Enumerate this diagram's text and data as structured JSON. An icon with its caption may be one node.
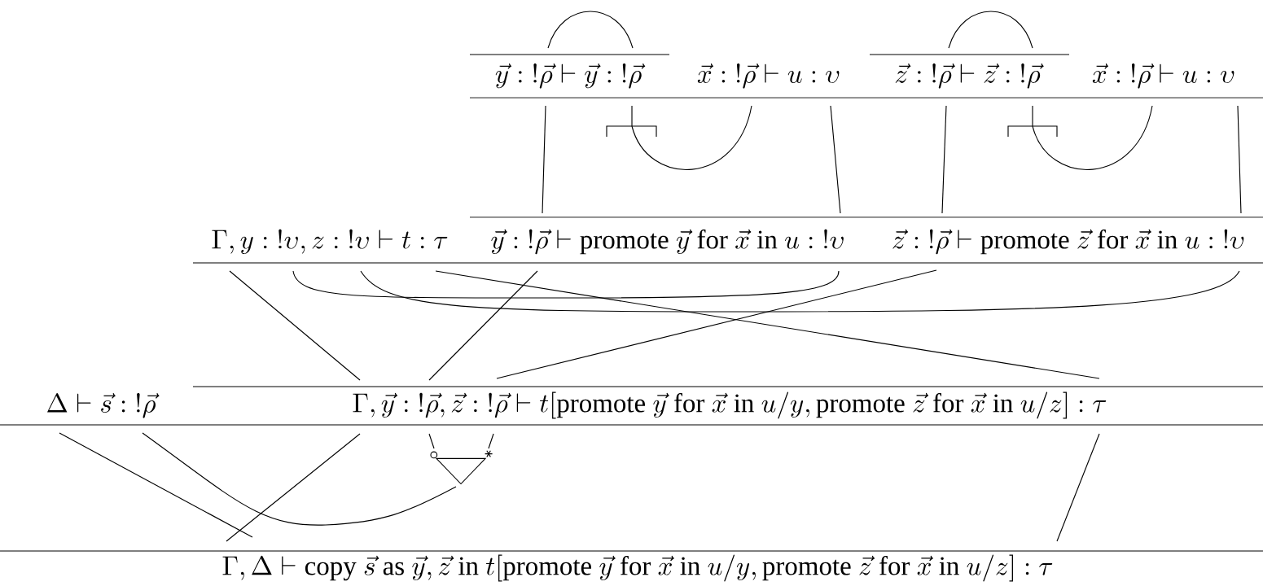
{
  "diagram": {
    "nodes": [
      {
        "text": [
          "\\vec{y} : {!}\\vec{\\rho} \\vdash \\vec{y} : {!}\\vec{\\rho}"
        ]
      },
      {
        "text": [
          "\\vec{x} : {!}\\vec{\\rho} \\vdash u : \\upsilon"
        ]
      },
      {
        "text": [
          "\\vec{z} : {!}\\vec{\\rho} \\vdash \\vec{z} : {!}\\vec{\\rho}"
        ]
      },
      {
        "text": [
          "\\vec{x} : {!}\\vec{\\rho} \\vdash u : \\upsilon"
        ]
      },
      {
        "text": [
          "\\Gamma, y : {!}\\upsilon, z : {!}\\upsilon \\vdash t : \\tau"
        ]
      },
      {
        "text": [
          "\\vec{y} : {!}\\vec{\\rho} \\vdash \\mathrm{promote}\\ \\vec{y}\\ \\mathrm{for}\\ \\vec{x}\\ \\mathrm{in}\\ u : {!}\\upsilon"
        ]
      },
      {
        "text": [
          "\\vec{z} : {!}\\vec{\\rho} \\vdash \\mathrm{promote}\\ \\vec{z}\\ \\mathrm{for}\\ \\vec{x}\\ \\mathrm{in}\\ u : {!}\\upsilon"
        ]
      },
      {
        "text": [
          "\\Delta \\vdash \\vec{s} : {!}\\vec{\\rho}"
        ]
      },
      {
        "text": [
          "\\Gamma, \\vec{y} : {!}\\vec{\\rho}, \\vec{z} : {!}\\vec{\\rho} \\vdash t[\\mathrm{promote}\\ \\vec{y}\\ \\mathrm{for}\\ \\vec{x}\\ \\mathrm{in}\\ u/y, \\mathrm{promote}\\ \\vec{z}\\ \\mathrm{for}\\ \\vec{x}\\ \\mathrm{in}\\ u/z] : \\tau"
        ]
      },
      {
        "text": [
          "\\Gamma, \\Delta \\vdash \\mathrm{copy}\\ \\vec{s}\\ \\mathrm{as}\\ \\vec{y}, \\vec{z}\\ \\mathrm{in}\\ t[\\mathrm{promote}\\ \\vec{y}\\ \\mathrm{for}\\ \\vec{x}\\ \\mathrm{in}\\ u/y, \\mathrm{promote}\\ \\vec{z}\\ \\mathrm{for}\\ \\vec{x}\\ \\mathrm{in}\\ u/z] : \\tau"
        ]
      },
      {
        "text": [],
        "shape": "triangle"
      }
    ],
    "edges": [
      {
        "from": 0,
        "to": 0,
        "arrow": "none"
      },
      {
        "from": 2,
        "to": 2,
        "arrow": "none"
      },
      {
        "from": 0,
        "to": 5,
        "arrow": "none"
      },
      {
        "from": 0,
        "to": 1,
        "arrow": "none"
      },
      {
        "from": 1,
        "to": 5,
        "arrow": "none"
      },
      {
        "from": 2,
        "to": 6,
        "arrow": "none"
      },
      {
        "from": 2,
        "to": 3,
        "arrow": "none"
      },
      {
        "from": 3,
        "to": 6,
        "arrow": "none"
      },
      {
        "from": 4,
        "to": 8,
        "arrow": "none"
      },
      {
        "from": 4,
        "to": 5,
        "arrow": "none"
      },
      {
        "from": 4,
        "to": 6,
        "arrow": "none"
      },
      {
        "from": 4,
        "to": 8,
        "arrow": "none"
      },
      {
        "from": 5,
        "to": 8,
        "arrow": "none"
      },
      {
        "from": 6,
        "to": 8,
        "arrow": "none"
      },
      {
        "from": 7,
        "to": 9,
        "arrow": "none"
      },
      {
        "from": 7,
        "to": 10,
        "arrow": "none"
      },
      {
        "from": 8,
        "to": 10,
        "arrow": "none"
      },
      {
        "from": 8,
        "to": 10,
        "arrow": "none"
      },
      {
        "from": 8,
        "to": 9,
        "arrow": "none"
      },
      {
        "from": 8,
        "to": 9,
        "arrow": "none"
      }
    ]
  }
}
